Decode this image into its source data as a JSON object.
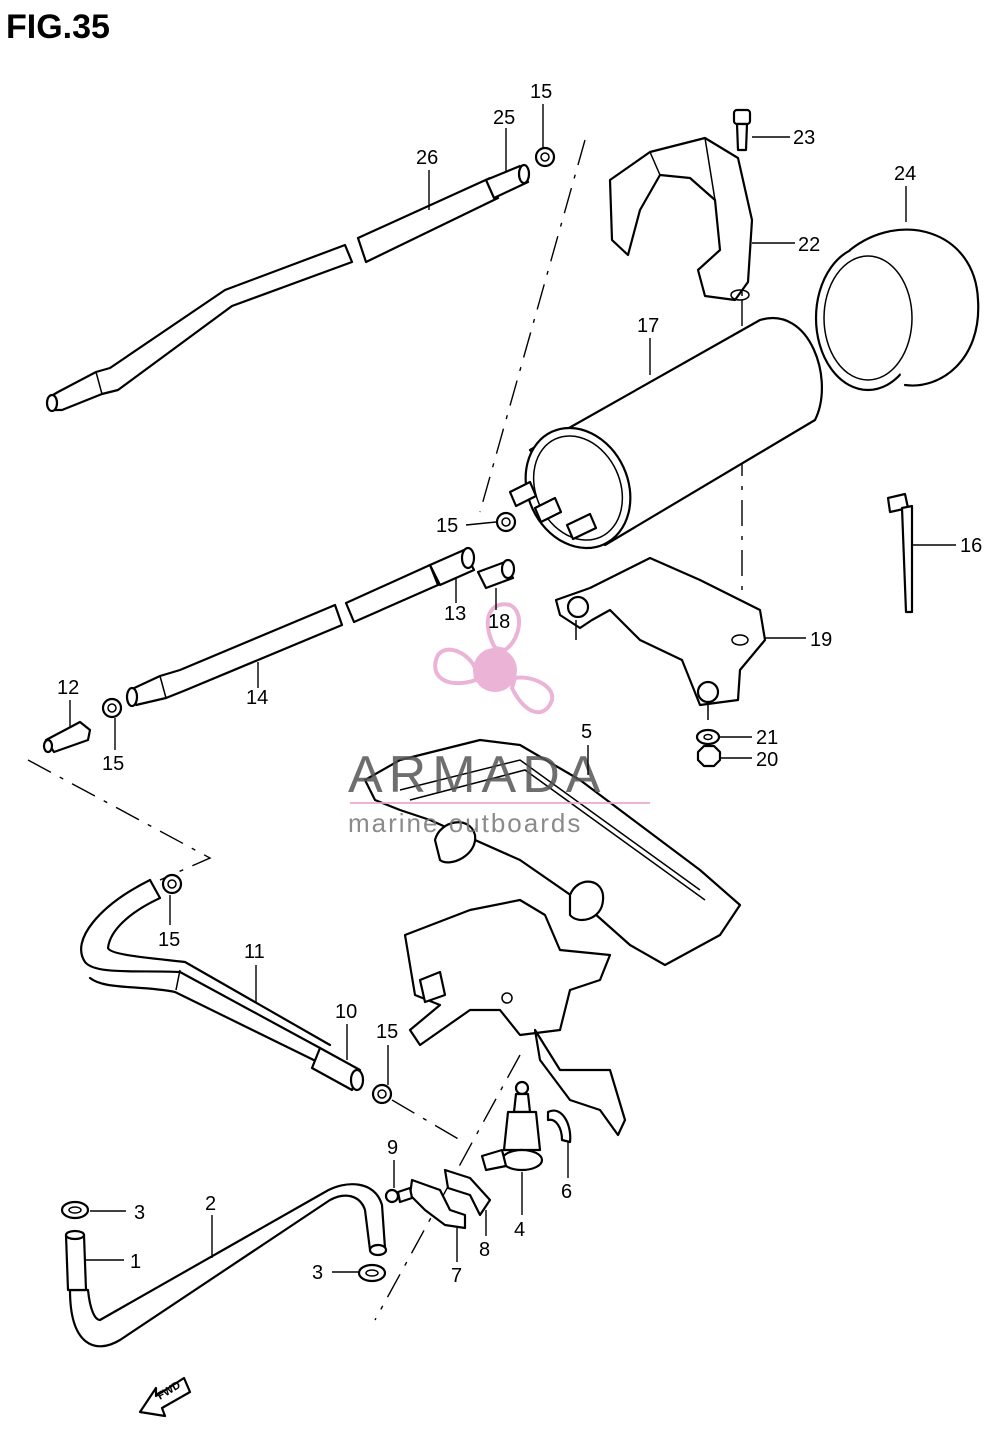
{
  "figure_title": "FIG.35",
  "labels": {
    "p1": "1",
    "p2": "2",
    "p3a": "3",
    "p3b": "3",
    "p4": "4",
    "p5": "5",
    "p6": "6",
    "p7": "7",
    "p8": "8",
    "p9": "9",
    "p10": "10",
    "p11": "11",
    "p12": "12",
    "p13": "13",
    "p14": "14",
    "p15a": "15",
    "p15b": "15",
    "p15c": "15",
    "p15d": "15",
    "p15e": "15",
    "p16": "16",
    "p17": "17",
    "p18": "18",
    "p19": "19",
    "p20": "20",
    "p21": "21",
    "p22": "22",
    "p23": "23",
    "p24": "24",
    "p25": "25",
    "p26": "26"
  },
  "watermark": {
    "brand": "ARMADA",
    "tagline": "marine outboards",
    "logo_color": "#e8a6cf",
    "brand_color": "#555555"
  },
  "fwd_arrow": "FWD"
}
